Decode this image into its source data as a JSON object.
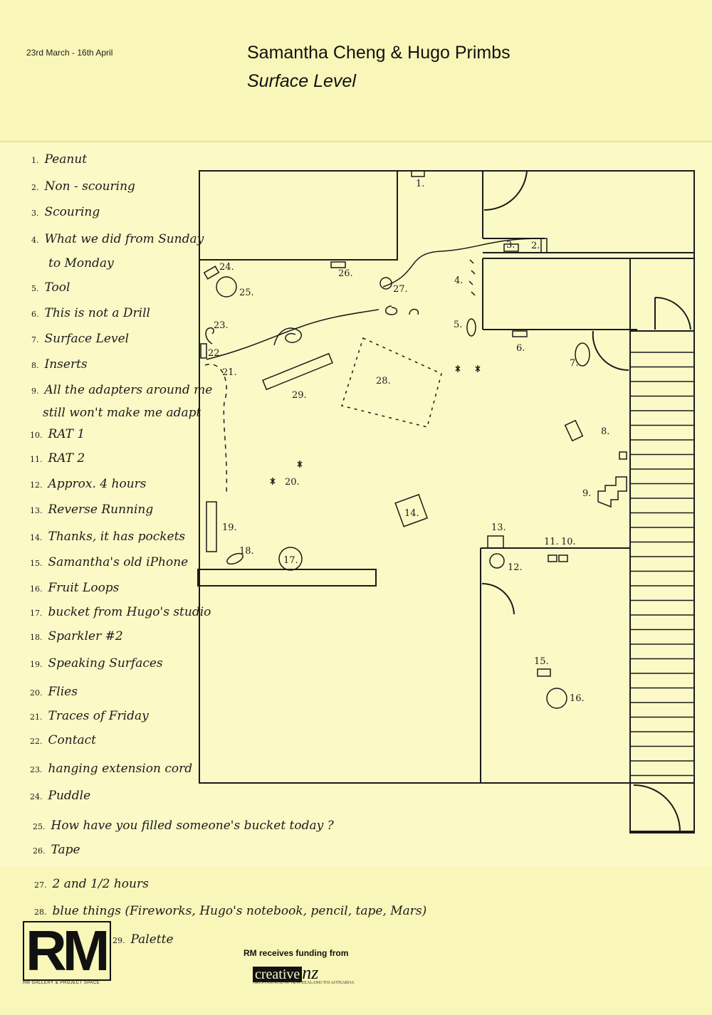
{
  "header": {
    "dates": "23rd March - 16th April",
    "artists": "Samantha Cheng & Hugo Primbs",
    "title": "Surface Level"
  },
  "legend": [
    {
      "num": "1.",
      "text": "Peanut"
    },
    {
      "num": "2.",
      "text": "Non - scouring"
    },
    {
      "num": "3.",
      "text": "Scouring"
    },
    {
      "num": "4.",
      "text": "What we did from Sunday",
      "cont": "to Monday"
    },
    {
      "num": "5.",
      "text": "Tool"
    },
    {
      "num": "6.",
      "text": "This is not a Drill"
    },
    {
      "num": "7.",
      "text": "Surface Level"
    },
    {
      "num": "8.",
      "text": "Inserts"
    },
    {
      "num": "9.",
      "text": "All the adapters around me",
      "cont": "still won't make me adapt"
    },
    {
      "num": "10.",
      "text": "RAT 1"
    },
    {
      "num": "11.",
      "text": "RAT 2"
    },
    {
      "num": "12.",
      "text": "Approx. 4 hours"
    },
    {
      "num": "13.",
      "text": "Reverse Running"
    },
    {
      "num": "14.",
      "text": "Thanks, it has pockets"
    },
    {
      "num": "15.",
      "text": "Samantha's old iPhone"
    },
    {
      "num": "16.",
      "text": "Fruit Loops"
    },
    {
      "num": "17.",
      "text": "bucket from Hugo's studio"
    },
    {
      "num": "18.",
      "text": "Sparkler #2"
    },
    {
      "num": "19.",
      "text": "Speaking Surfaces"
    },
    {
      "num": "20.",
      "text": "Flies"
    },
    {
      "num": "21.",
      "text": "Traces of Friday"
    },
    {
      "num": "22.",
      "text": "Contact"
    },
    {
      "num": "23.",
      "text": "hanging extension cord"
    },
    {
      "num": "24.",
      "text": "Puddle"
    },
    {
      "num": "25.",
      "text": "How have you filled someone's bucket today ?"
    },
    {
      "num": "26.",
      "text": "Tape"
    },
    {
      "num": "27.",
      "text": "2 and 1/2 hours"
    },
    {
      "num": "28.",
      "text": "blue things (Fireworks, Hugo's notebook, pencil, tape, Mars)"
    },
    {
      "num": "29.",
      "text": "Palette"
    }
  ],
  "plan_labels": [
    "1.",
    "2.",
    "3.",
    "4.",
    "5.",
    "6.",
    "7.",
    "8.",
    "9.",
    "10.",
    "11.",
    "12.",
    "13.",
    "14.",
    "15.",
    "16.",
    "17.",
    "18.",
    "19.",
    "20.",
    "21.",
    "22.",
    "23.",
    "24.",
    "25.",
    "26.",
    "27.",
    "28.",
    "29."
  ],
  "footer": {
    "logo": "RM",
    "logo_sub": "RM GALLERY & PROJECT SPACE",
    "funding": "RM receives funding from",
    "cnz_word": "creative",
    "cnz_nz": "nz",
    "cnz_sub": "ARTS COUNCIL OF NEW ZEALAND TOI AOTEAROA"
  }
}
